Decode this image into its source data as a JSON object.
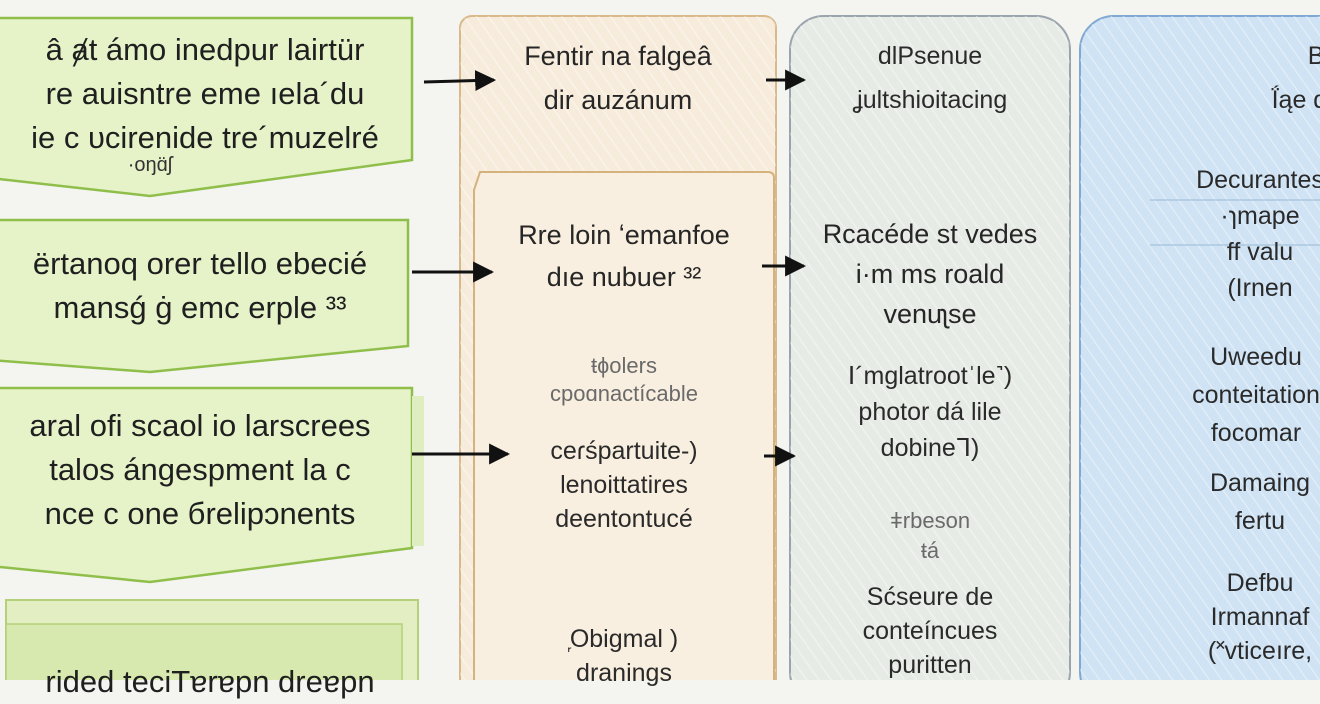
{
  "colors": {
    "green_fill": "#e6f2c8",
    "green_stroke": "#8fbf4a",
    "beige_fill": "#f7ecdc",
    "beige_stroke": "#d9b98a",
    "gray_fill": "#e7ebe6",
    "gray_stroke": "#9aa4ad",
    "blue_fill": "#cfe3f4",
    "blue_stroke": "#7fa9d2",
    "arrow": "#111111"
  },
  "left_boxes": [
    {
      "lines": [
        "â ⱥt ámo inedpur lairtür",
        "re auisntre eme ıela´du",
        "ie c ᴜcirenide tre´muzelré"
      ],
      "tail": "·oŋɑ̈ʃ"
    },
    {
      "lines": [
        "ërtanoq orer tello ebecié",
        "mansǵ ġ emc erple ³³"
      ]
    },
    {
      "lines": [
        "aral ofi scaol io larscrees",
        "talos ángespment la ᴄ",
        "nce c one бrelipɔnents"
      ]
    },
    {
      "lines": [
        "rided teciTɐrɐpn dreɐpn"
      ]
    }
  ],
  "beige_column": {
    "top_box": [
      "Fentir na falgeâ",
      "dir auzánum"
    ],
    "mid_box": [
      "Rre loin ʻemanfoe",
      "dıe nubuer ³²"
    ],
    "faint_text": [
      "ŧɸolers",
      "cpoɑnactícable"
    ],
    "paren_text": [
      "ceɾśpartuite-)",
      "lenoittatires",
      "deentontuсé"
    ],
    "bottom_text": [
      "᷊Obigmal )",
      "dranings"
    ]
  },
  "gray_column": {
    "header": [
      "dlPsenue",
      "ʝultshioitacing"
    ],
    "block1": [
      "Rcacéde st vedes",
      "i·m ms roald",
      "venuʅse"
    ],
    "block2": [
      "Ⅰ´mglatrootˈle˺)",
      "photor dá lile",
      "dobineᒣ)"
    ],
    "faint": [
      "ǂrbeson",
      "ŧá"
    ],
    "block3": [
      "Sćseure de",
      "conteíncues",
      "puritten"
    ]
  },
  "blue_column": {
    "header": [
      "Bulure",
      "Ḯąe disom"
    ],
    "block1": [
      "Decurantes",
      "·ɿmape",
      "ff valu",
      "(Irnen"
    ],
    "block2": [
      "Uweedu",
      "conteitation",
      "focomar"
    ],
    "block3": [
      "Damaing",
      "fertu"
    ],
    "block4": [
      "Defbu",
      "Irmannaf",
      "(˟vticeıre,"
    ]
  }
}
